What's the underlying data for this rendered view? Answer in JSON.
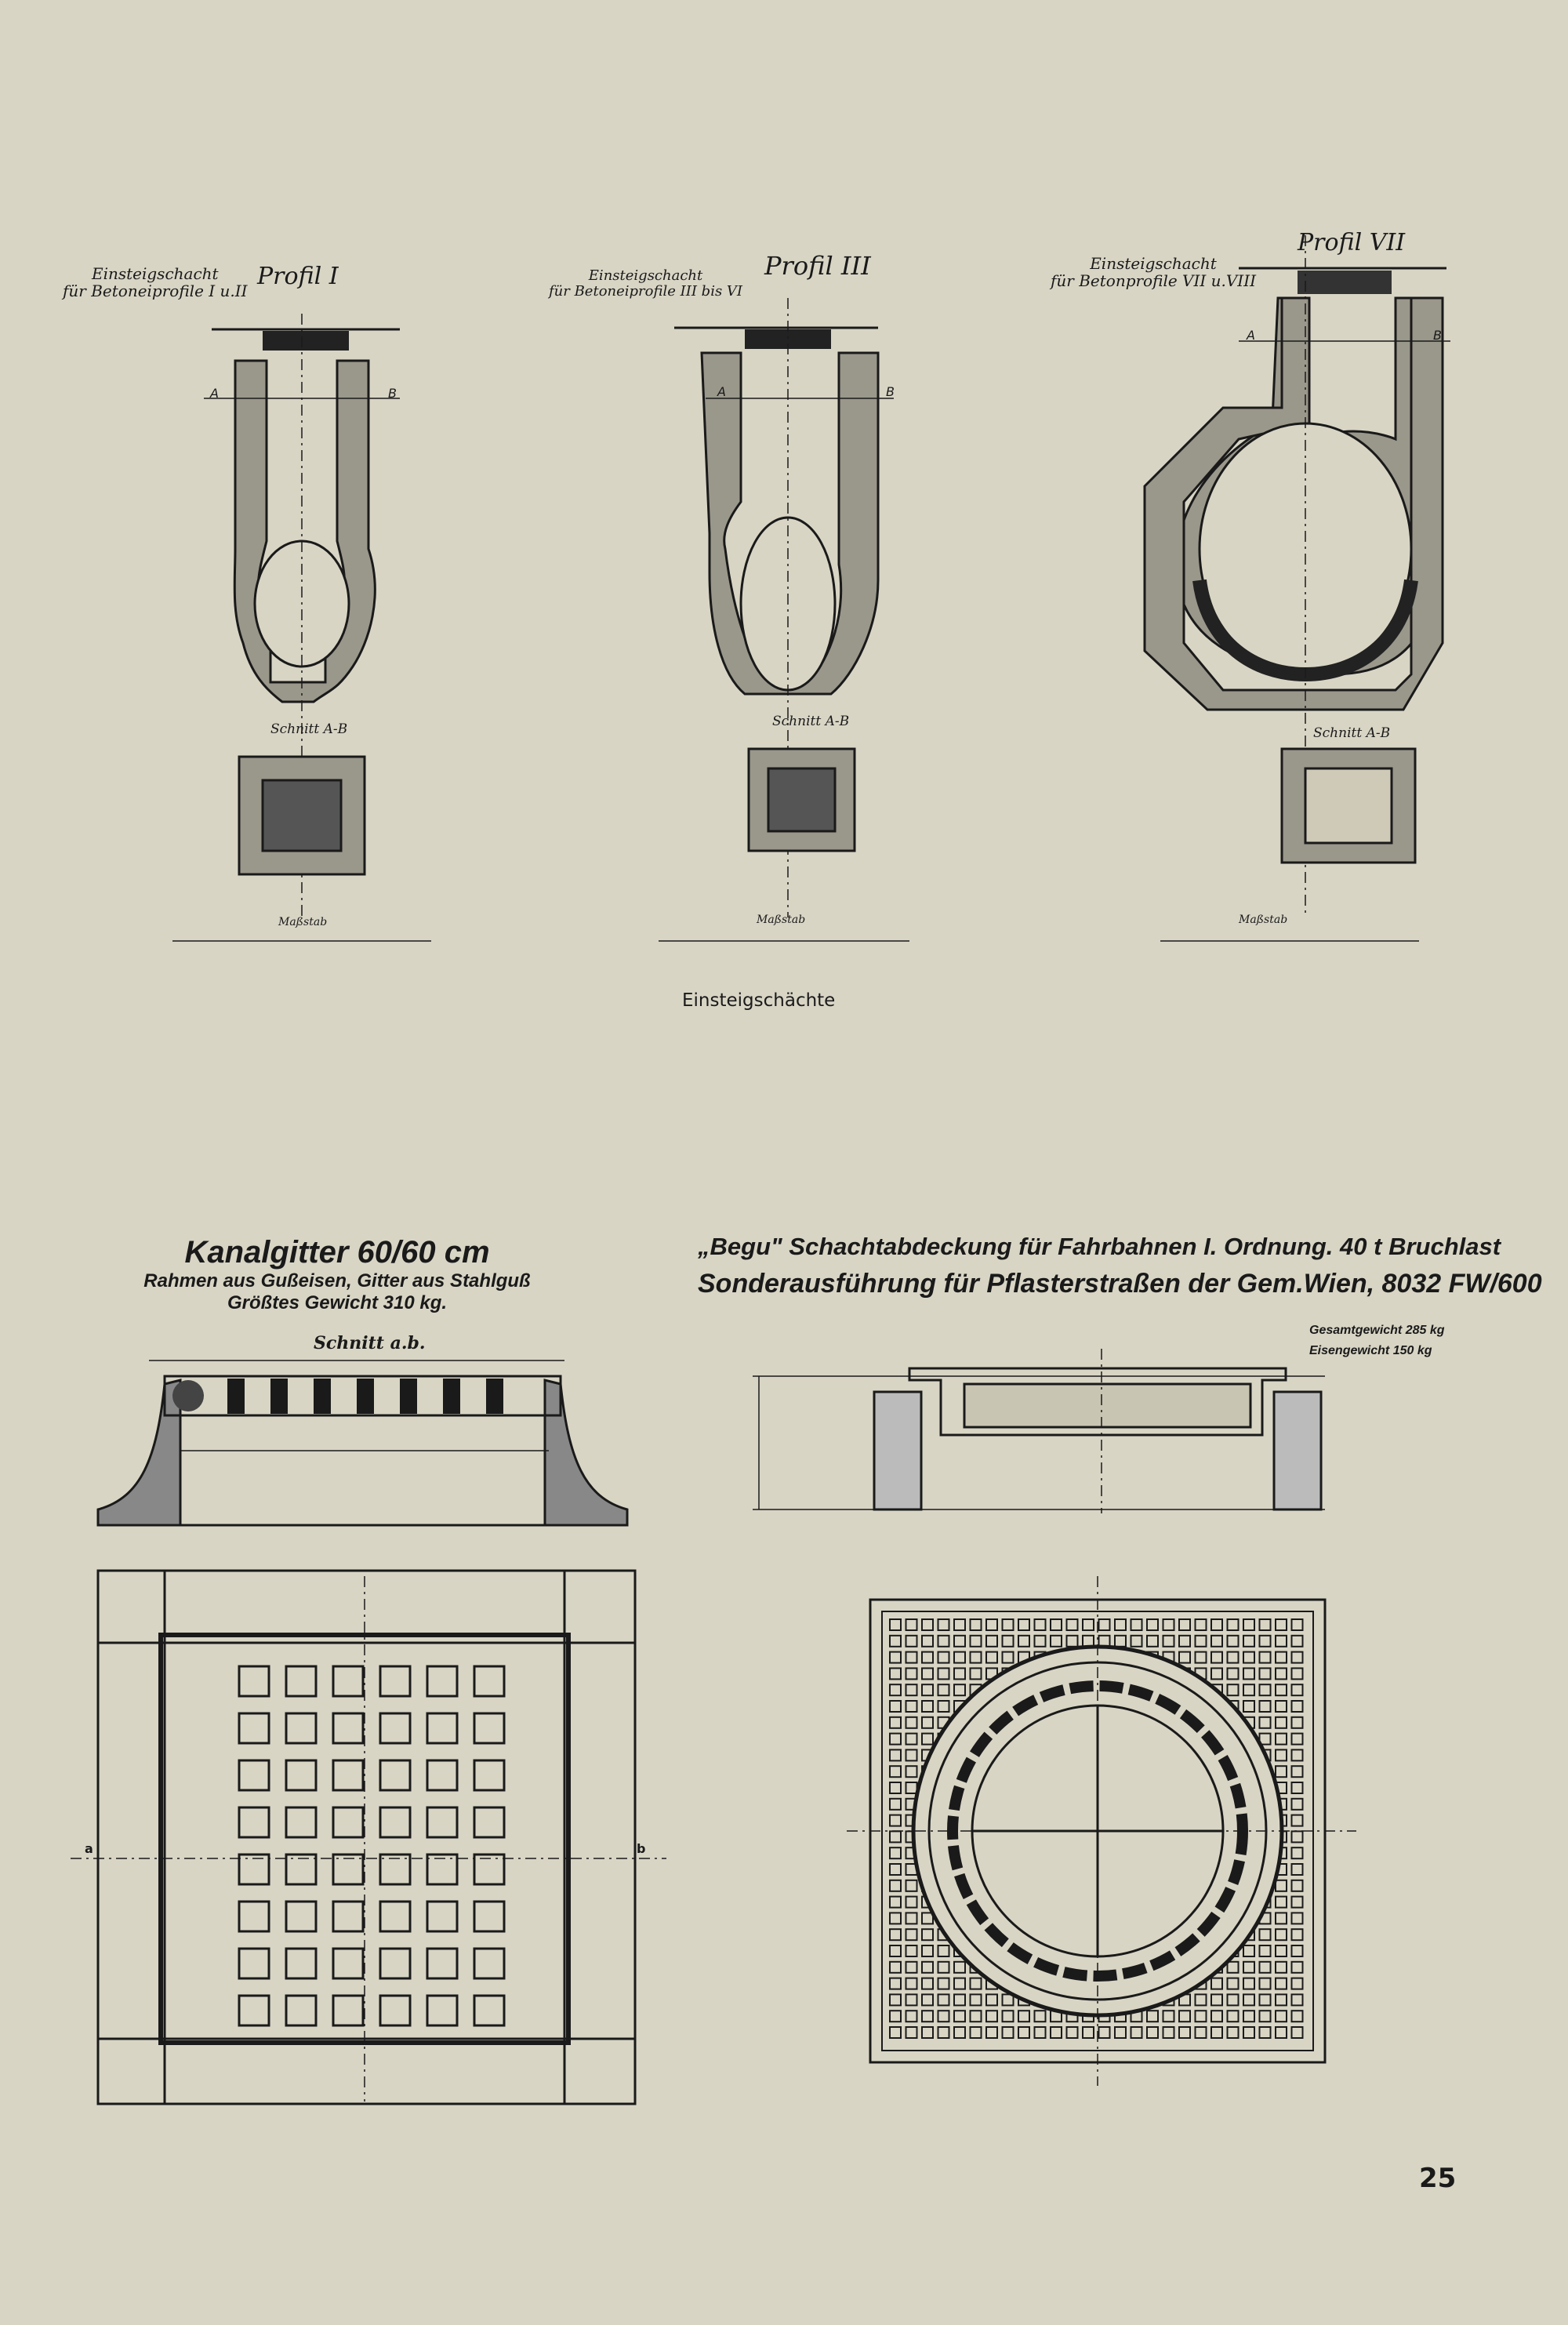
{
  "shafts": {
    "profil1": {
      "caption_line1": "Einsteigschacht",
      "caption_line2": "für Betoneiprofile I u.II",
      "title": "Profil I",
      "section": "Schnitt A-B",
      "scale": "Maßstab"
    },
    "profil3": {
      "caption_line1": "Einsteigschacht",
      "caption_line2": "für Betoneiprofile III bis VI",
      "title": "Profil III",
      "section": "Schnitt A-B",
      "scale": "Maßstab"
    },
    "profil7": {
      "caption_line1": "Einsteigschacht",
      "caption_line2": "für Betonprofile VII u.VIII",
      "title": "Profil VII",
      "section": "Schnitt A-B",
      "scale": "Maßstab"
    },
    "marker_a": "A",
    "marker_b": "B",
    "figure_caption": "Einsteigschächte"
  },
  "kanalgitter": {
    "title": "Kanalgitter 60/60 cm",
    "line2": "Rahmen aus Gußeisen, Gitter aus Stahlguß",
    "line3": "Größtes Gewicht 310 kg.",
    "section_label": "Schnitt a.b.",
    "marker_a": "a",
    "marker_b": "b"
  },
  "begu": {
    "title": "„Begu\" Schachtabdeckung für Fahrbahnen I. Ordnung. 40 t Bruchlast",
    "subtitle": "Sonderausführung für Pflasterstraßen der Gem.Wien, 8032 FW/600",
    "total_weight": "Gesamtgewicht 285 kg",
    "iron_weight": "Eisengewicht 150 kg"
  },
  "page_number": "25"
}
